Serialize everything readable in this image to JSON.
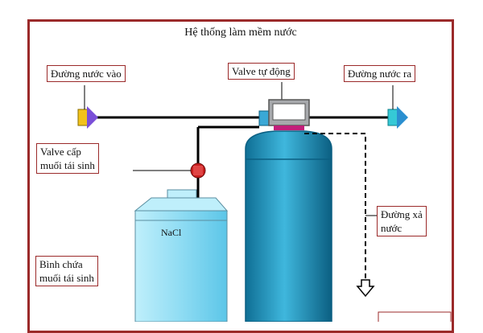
{
  "title": "Hệ thống làm mềm nước",
  "labels": {
    "inlet": "Đường nước vào",
    "auto_valve": "Valve tự động",
    "outlet": "Đường nước ra",
    "brine_valve_line1": "Valve cấp",
    "brine_valve_line2": "muối tái sinh",
    "drain_line1": "Đường xả",
    "drain_line2": "nước",
    "brine_tank_line1": "Bình chứa",
    "brine_tank_line2": "muối tái sinh",
    "tank_content": "NaCl"
  },
  "colors": {
    "frame": "#9b2a2a",
    "pipe": "#000000",
    "resin_tank": "#1e9ec3",
    "brine_tank": "#8fdcf3",
    "valve_accent": "#c21f7a",
    "brine_valve": "#c81e1e",
    "inlet_arrow": "#f2c21b",
    "outlet_arrow": "#35c9d6"
  }
}
